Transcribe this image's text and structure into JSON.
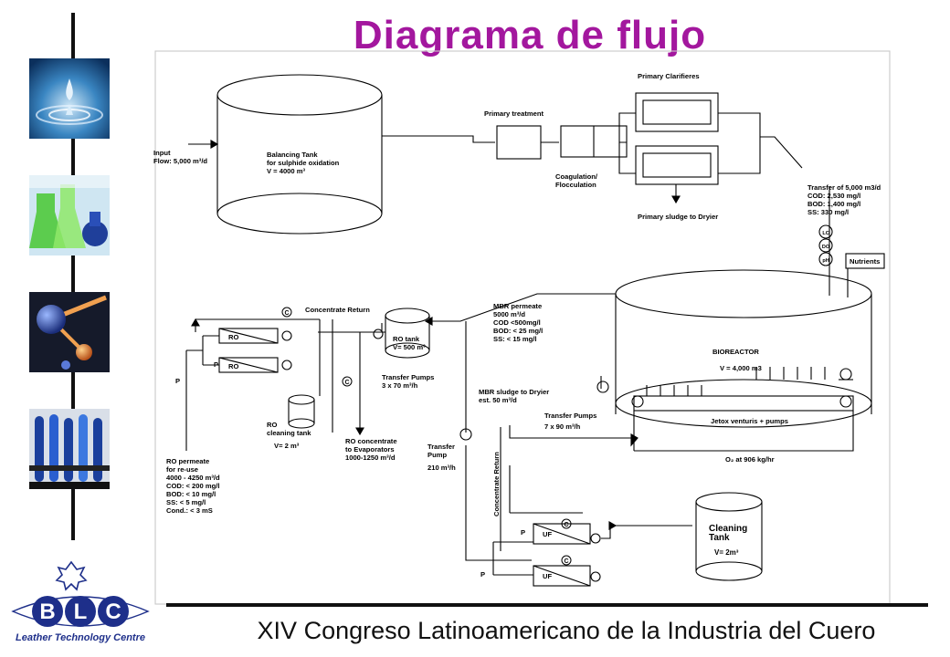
{
  "title": "Diagrama de flujo",
  "footer": "XIV Congreso Latinoamericano de la Industria del Cuero",
  "logo": {
    "letters": [
      "B",
      "L",
      "C"
    ],
    "tagline": "Leather Technology Centre"
  },
  "photos": [
    "water-drop-photo",
    "lab-flasks-photo",
    "molecule-photo",
    "test-tubes-photo"
  ],
  "diagram": {
    "input": [
      "Input",
      "Flow:  5,000  m³/d"
    ],
    "balancing_tank": [
      "Balancing Tank",
      "for sulphide oxidation",
      "V = 4000 m³"
    ],
    "primary_treatment": "Primary treatment",
    "primary_clarifiers": "Primary Clarifieres",
    "coagulation": [
      "Coagulation/",
      "Flocculation"
    ],
    "primary_sludge": "Primary sludge to Dryier",
    "transfer_5000": [
      "Transfer of 5,000 m3/d",
      "COD: 2,530 mg/l",
      "BOD: 1,400 mg/l",
      "SS:      330 mg/l"
    ],
    "sensors": [
      "LC",
      "DO",
      "pH"
    ],
    "nutrients": "Nutrients",
    "bioreactor": [
      "BIOREACTOR",
      "V = 4,000 m3"
    ],
    "jetox": "Jetox venturis + pumps",
    "o2": "O₂ at 906 kg/hr",
    "mbr_permeate": [
      "MBR permeate",
      "5000 m³/d",
      "COD <500mg/l",
      "BOD: < 25 mg/l",
      "SS:    < 15 mg/l"
    ],
    "mbr_sludge": [
      "MBR sludge to Dryier",
      "est. 50 m³/d"
    ],
    "transfer_pumps_mbr": [
      "Transfer  Pumps",
      "7  x  90  m³/h"
    ],
    "transfer_pump": [
      "Transfer",
      "Pump",
      "210  m³/h"
    ],
    "concentrate_return_v": "Concentrate Return",
    "concentrate_return_top": "Concentrate Return",
    "ro_tank": [
      "RO tank",
      "V= 500 m³"
    ],
    "transfer_pumps_ro": [
      "Transfer  Pumps",
      "3  x  70  m³/h"
    ],
    "ro_label": "RO",
    "ro_cleaning": [
      "RO",
      "cleaning tank",
      "V=  2  m³"
    ],
    "ro_concentrate": [
      "RO concentrate",
      "to Evaporators",
      "1000-1250 m³/d"
    ],
    "ro_permeate": [
      "RO permeate",
      "for re-use",
      "4000 - 4250 m³/d",
      "COD:  < 200 mg/l",
      "BOD:  <   10 mg/l",
      "SS:     <     5 mg/l",
      "Cond.: <    3 mS"
    ],
    "cleaning_tank": [
      "Cleaning",
      "Tank",
      "V= 2m³"
    ],
    "uf_label": "UF",
    "c_label": "C",
    "p_label": "P"
  }
}
